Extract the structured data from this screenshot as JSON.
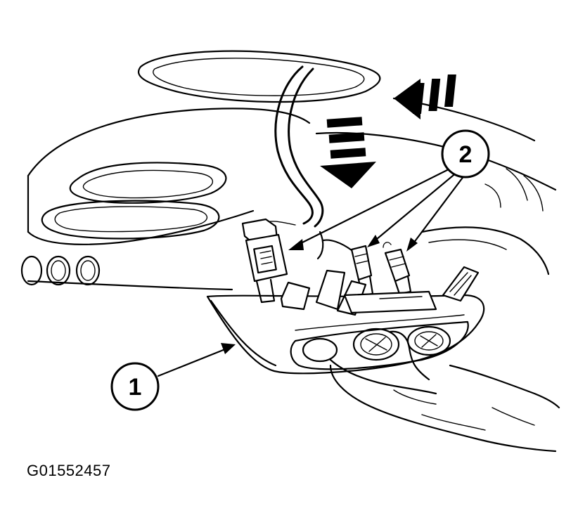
{
  "diagram": {
    "callouts": [
      {
        "id": "1",
        "label": "1"
      },
      {
        "id": "2",
        "label": "2"
      }
    ],
    "figure_id": "G01552457"
  }
}
